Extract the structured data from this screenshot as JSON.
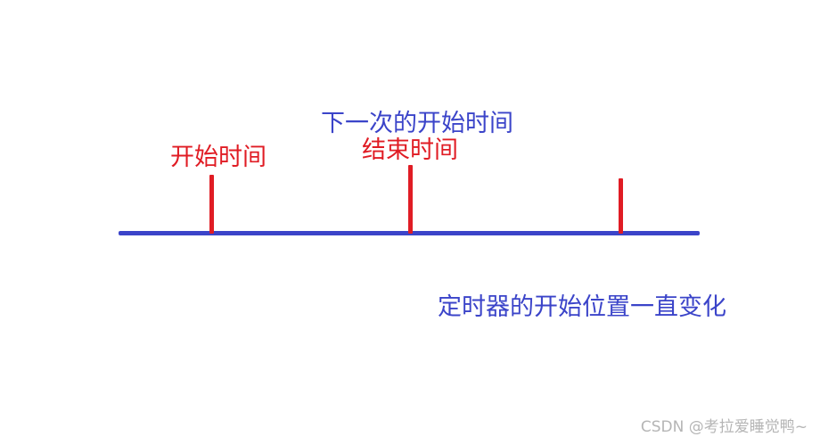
{
  "labels": {
    "start_time": "开始时间",
    "next_start_time": "下一次的开始时间",
    "end_time": "结束时间",
    "note": "定时器的开始位置一直变化"
  },
  "watermark": "CSDN @考拉爱睡觉鸭~",
  "colors": {
    "timeline": "#3b44c9",
    "tick": "#e01c24",
    "label_red": "#e01c24",
    "label_blue": "#3b44c9"
  }
}
